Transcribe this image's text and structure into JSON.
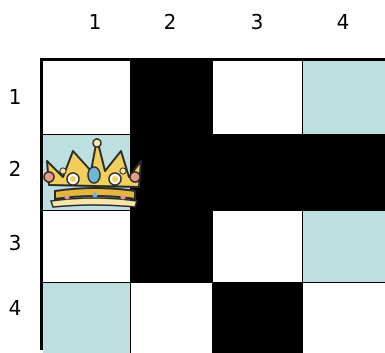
{
  "board": {
    "col_labels": [
      "1",
      "2",
      "3",
      "4"
    ],
    "row_labels": [
      "1",
      "2",
      "3",
      "4"
    ],
    "cells": [
      [
        "white",
        "black",
        "white",
        "blue"
      ],
      [
        "blue",
        "black",
        "black",
        "black"
      ],
      [
        "white",
        "black",
        "white",
        "blue"
      ],
      [
        "blue",
        "white",
        "black",
        "white"
      ]
    ],
    "colors": {
      "white": "#ffffff",
      "black": "#000000",
      "blue": "#bddfe0"
    },
    "piece": {
      "name": "crown",
      "row": 2,
      "col": 1
    }
  }
}
